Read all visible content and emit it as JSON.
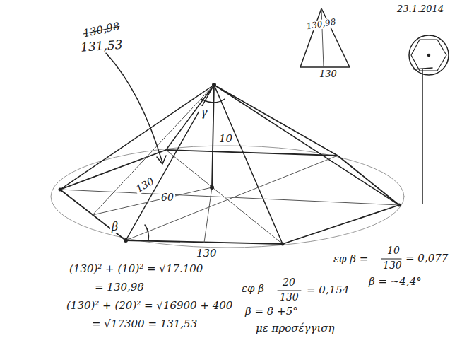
{
  "diagram": {
    "labels": [
      "23.1.2014",
      "130,98",
      "131,53",
      "130,98",
      "130",
      "γ",
      "10",
      "β",
      "130",
      "60",
      "130",
      "(130)² + (10)² = √17.100",
      "= 130,98",
      "(130)² + (20)² = √16900 + 400",
      "= √17300 = 131,53",
      "εφ β =",
      "10",
      "130",
      "= 0,077",
      "β = ~4,4°",
      "εφ β",
      "20",
      "130",
      "= 0,154",
      "β = 8 +5°",
      "με προσέγγιση"
    ]
  }
}
